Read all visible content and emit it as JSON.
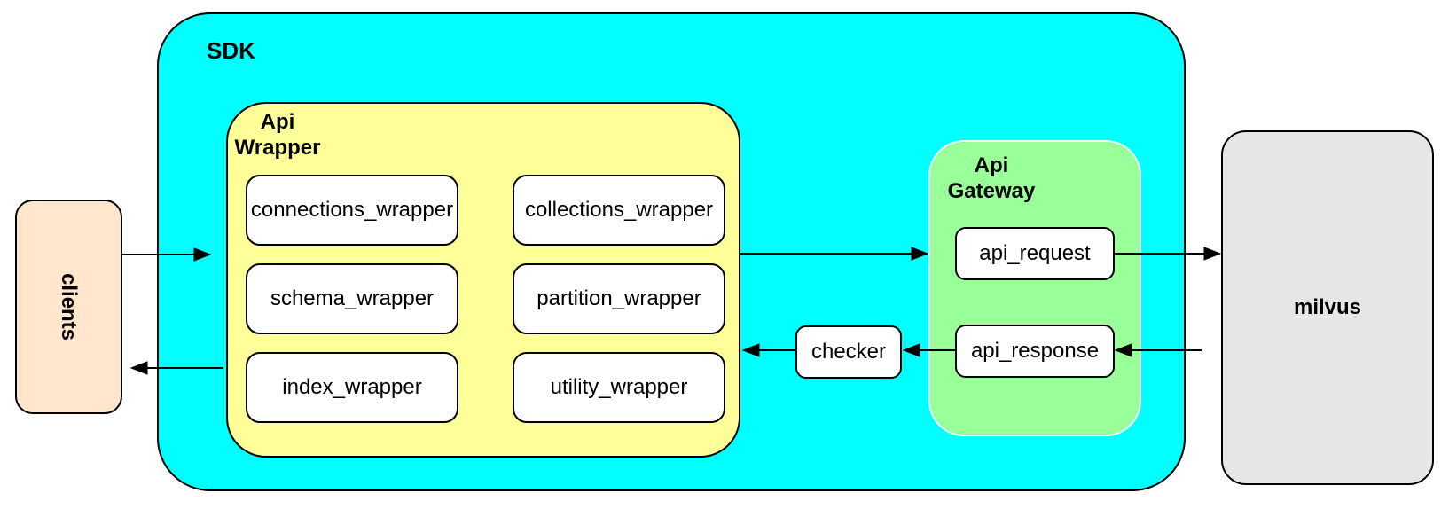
{
  "diagram": {
    "clients": {
      "label": "clients",
      "fill": "#FFE6CC"
    },
    "sdk": {
      "label": "SDK",
      "fill": "#00FFFF"
    },
    "api_wrapper": {
      "label_lines": [
        "Api",
        "Wrapper"
      ],
      "fill": "#FFFF99",
      "boxes": [
        {
          "label": "connections_wrapper"
        },
        {
          "label": "collections_wrapper"
        },
        {
          "label": "schema_wrapper"
        },
        {
          "label": "partition_wrapper"
        },
        {
          "label": "index_wrapper"
        },
        {
          "label": "utility_wrapper"
        }
      ]
    },
    "checker": {
      "label": "checker"
    },
    "api_gateway": {
      "label_lines": [
        "Api",
        "Gateway"
      ],
      "fill": "#99FF99",
      "boxes": [
        {
          "label": "api_request"
        },
        {
          "label": "api_response"
        }
      ]
    },
    "milvus": {
      "label": "milvus",
      "fill": "#E6E6E6"
    },
    "node_fill": "#FFFFFF",
    "stroke_color": "#000000",
    "edges": [
      {
        "from": "clients",
        "to": "Api Wrapper"
      },
      {
        "from": "Api Wrapper",
        "to": "Api Gateway"
      },
      {
        "from": "api_request",
        "to": "milvus"
      },
      {
        "from": "milvus",
        "to": "api_response"
      },
      {
        "from": "api_response",
        "to": "checker"
      },
      {
        "from": "checker",
        "to": "Api Wrapper"
      },
      {
        "from": "SDK",
        "to": "clients"
      }
    ]
  }
}
